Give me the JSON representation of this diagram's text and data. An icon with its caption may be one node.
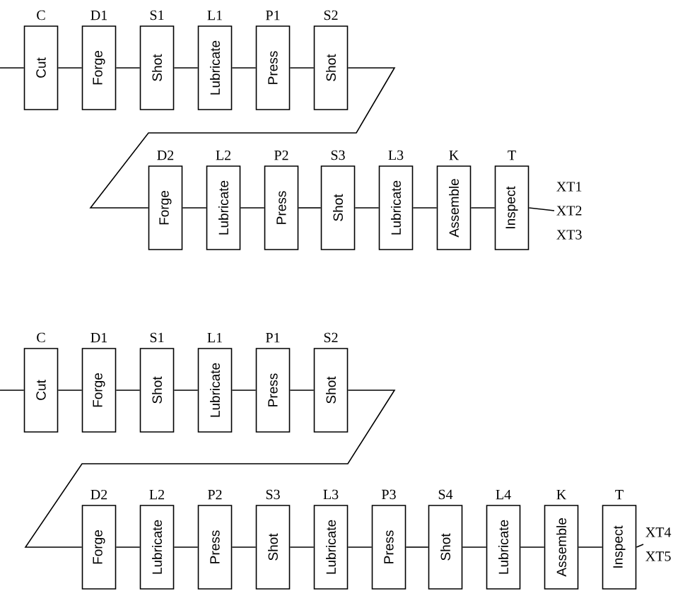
{
  "diagram": {
    "nodes": [
      {
        "text": [
          "C",
          "Cut"
        ]
      },
      {
        "text": [
          "D1",
          "Forge"
        ]
      },
      {
        "text": [
          "S1",
          "Shot"
        ]
      },
      {
        "text": [
          "L1",
          "Lubricate"
        ]
      },
      {
        "text": [
          "P1",
          "Press"
        ]
      },
      {
        "text": [
          "S2",
          "Shot"
        ]
      },
      {
        "text": [
          "D2",
          "Forge"
        ]
      },
      {
        "text": [
          "L2",
          "Lubricate"
        ]
      },
      {
        "text": [
          "P2",
          "Press"
        ]
      },
      {
        "text": [
          "S3",
          "Shot"
        ]
      },
      {
        "text": [
          "L3",
          "Lubricate"
        ]
      },
      {
        "text": [
          "K",
          "Assemble"
        ]
      },
      {
        "text": [
          "T",
          "Inspect"
        ]
      },
      {
        "text": [
          "XT1 XT2 XT3"
        ]
      },
      {
        "text": [
          "C",
          "Cut"
        ]
      },
      {
        "text": [
          "D1",
          "Forge"
        ]
      },
      {
        "text": [
          "S1",
          "Shot"
        ]
      },
      {
        "text": [
          "L1",
          "Lubricate"
        ]
      },
      {
        "text": [
          "P1",
          "Press"
        ]
      },
      {
        "text": [
          "S2",
          "Shot"
        ]
      },
      {
        "text": [
          "D2",
          "Forge"
        ]
      },
      {
        "text": [
          "L2",
          "Lubricate"
        ]
      },
      {
        "text": [
          "P2",
          "Press"
        ]
      },
      {
        "text": [
          "S3",
          "Shot"
        ]
      },
      {
        "text": [
          "L3",
          "Lubricate"
        ]
      },
      {
        "text": [
          "P3",
          "Press"
        ]
      },
      {
        "text": [
          "S4",
          "Shot"
        ]
      },
      {
        "text": [
          "L4",
          "Lubricate"
        ]
      },
      {
        "text": [
          "K",
          "Assemble"
        ]
      },
      {
        "text": [
          "T",
          "Inspect"
        ]
      },
      {
        "text": [
          "XT4 XT5"
        ]
      }
    ],
    "edges": [
      {
        "from": null,
        "to": 0,
        "arrow": "none"
      },
      {
        "from": 0,
        "to": 1,
        "arrow": "none"
      },
      {
        "from": 1,
        "to": 2,
        "arrow": "none"
      },
      {
        "from": 2,
        "to": 3,
        "arrow": "none"
      },
      {
        "from": 3,
        "to": 4,
        "arrow": "none"
      },
      {
        "from": 4,
        "to": 5,
        "arrow": "none"
      },
      {
        "from": 5,
        "to": 6,
        "arrow": "none"
      },
      {
        "from": 6,
        "to": 7,
        "arrow": "none"
      },
      {
        "from": 7,
        "to": 8,
        "arrow": "none"
      },
      {
        "from": 8,
        "to": 9,
        "arrow": "none"
      },
      {
        "from": 9,
        "to": 10,
        "arrow": "none"
      },
      {
        "from": 10,
        "to": 11,
        "arrow": "none"
      },
      {
        "from": 11,
        "to": 12,
        "arrow": "none"
      },
      {
        "from": 12,
        "to": 13,
        "arrow": "none"
      },
      {
        "from": null,
        "to": 14,
        "arrow": "none"
      },
      {
        "from": 14,
        "to": 15,
        "arrow": "none"
      },
      {
        "from": 15,
        "to": 16,
        "arrow": "none"
      },
      {
        "from": 16,
        "to": 17,
        "arrow": "none"
      },
      {
        "from": 17,
        "to": 18,
        "arrow": "none"
      },
      {
        "from": 18,
        "to": 19,
        "arrow": "none"
      },
      {
        "from": 19,
        "to": 20,
        "arrow": "none"
      },
      {
        "from": 20,
        "to": 21,
        "arrow": "none"
      },
      {
        "from": 21,
        "to": 22,
        "arrow": "none"
      },
      {
        "from": 22,
        "to": 23,
        "arrow": "none"
      },
      {
        "from": 23,
        "to": 24,
        "arrow": "none"
      },
      {
        "from": 24,
        "to": 25,
        "arrow": "none"
      },
      {
        "from": 25,
        "to": 26,
        "arrow": "none"
      },
      {
        "from": 26,
        "to": 27,
        "arrow": "none"
      },
      {
        "from": 27,
        "to": 28,
        "arrow": "none"
      },
      {
        "from": 28,
        "to": 29,
        "arrow": "none"
      },
      {
        "from": 29,
        "to": 30,
        "arrow": "none"
      }
    ]
  }
}
